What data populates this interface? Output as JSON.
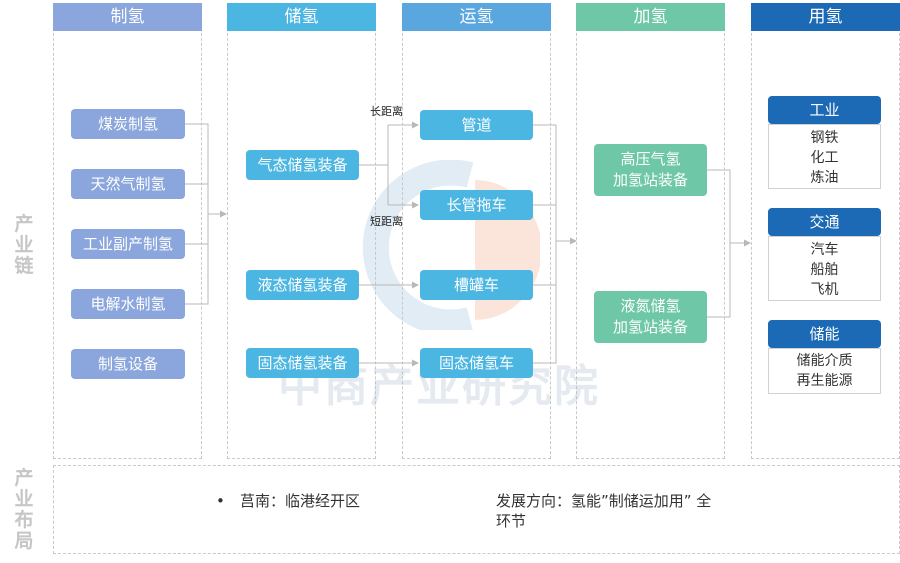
{
  "side_labels": {
    "chain": "产业链",
    "layout": "产业布局"
  },
  "columns": [
    {
      "title": "制氢",
      "color": "#8aa6dc"
    },
    {
      "title": "储氢",
      "color": "#4cb6e2"
    },
    {
      "title": "运氢",
      "color": "#5aa6df"
    },
    {
      "title": "加氢",
      "color": "#6ec7a7"
    },
    {
      "title": "用氢",
      "color": "#1c6ab6"
    }
  ],
  "production": [
    "煤炭制氢",
    "天然气制氢",
    "工业副产制氢",
    "电解水制氢",
    "制氢设备"
  ],
  "storage": [
    "气态储氢装备",
    "液态储氢装备",
    "固态储氢装备"
  ],
  "transport": {
    "items": [
      "管道",
      "长管拖车",
      "槽罐车",
      "固态储氢车"
    ],
    "long_label": "长距离",
    "short_label": "短距离"
  },
  "refuel": [
    {
      "line1": "高压气氢",
      "line2": "加氢站装备"
    },
    {
      "line1": "液氮储氢",
      "line2": "加氢站装备"
    }
  ],
  "usage": [
    {
      "title": "工业",
      "items": [
        "钢铁",
        "化工",
        "炼油"
      ]
    },
    {
      "title": "交通",
      "items": [
        "汽车",
        "船舶",
        "飞机"
      ]
    },
    {
      "title": "储能",
      "items": [
        "储能介质",
        "再生能源"
      ]
    }
  ],
  "layout": {
    "bullet": "•",
    "location": "莒南：临港经开区",
    "direction_line1": "发展方向：氢能”制储运加用” 全",
    "direction_line2": "环节"
  },
  "watermark": "中商产业研究院"
}
